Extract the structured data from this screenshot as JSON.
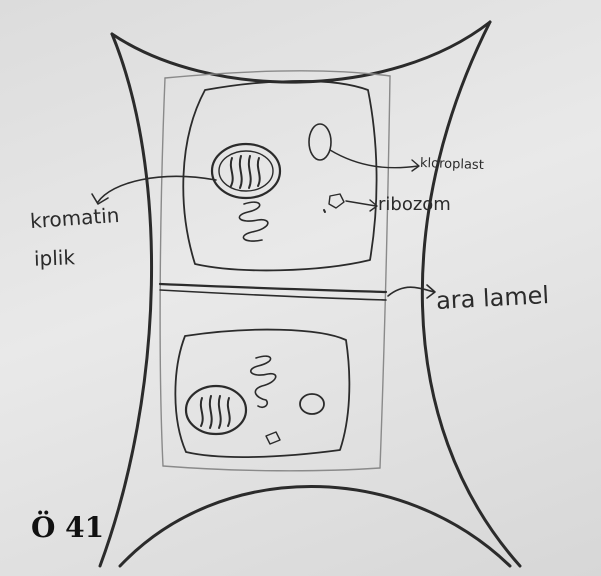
{
  "labels": {
    "kromatin": "kromatin",
    "iplik": "iplik",
    "kloroplast": "kloroplast",
    "ribozom": "ribozom",
    "orta_lamel": "ara lamel"
  },
  "figure_number": "Ö 41",
  "colors": {
    "paper": "#e3e3e3",
    "pencil": "#2b2b2b",
    "faint_pencil": "#777777"
  }
}
